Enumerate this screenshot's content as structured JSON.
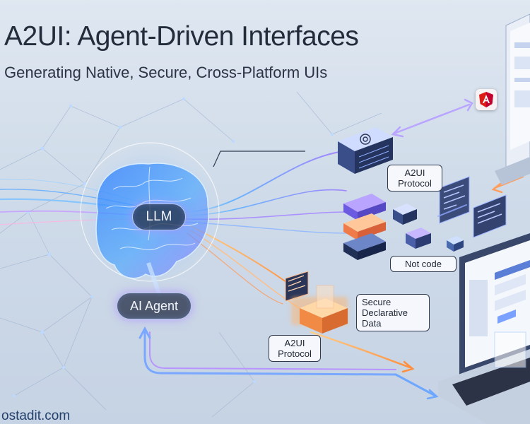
{
  "header": {
    "title": "A2UI: Agent-Driven Interfaces",
    "subtitle": "Generating Native, Secure, Cross-Platform UIs"
  },
  "nodes": {
    "llm_label": "LLM",
    "agent_label": "AI Agent"
  },
  "callouts": {
    "protocol_top_line1": "A2UI",
    "protocol_top_line2": "Protocol",
    "not_code": "Not code",
    "secure_line1": "Secure",
    "secure_line2": "Declarative",
    "secure_line3": "Data",
    "protocol_bottom_line1": "A2UI",
    "protocol_bottom_line2": "Protocol"
  },
  "watermark": "ostadit.com",
  "icons": [
    "brain-icon",
    "openai-logo-icon",
    "angular-logo-icon",
    "laptop-icon",
    "monitor-icon"
  ],
  "colors": {
    "background": "#d4dfec",
    "stream_blue": "#4aa3ff",
    "stream_purple": "#a77bff",
    "stream_orange": "#ffae5c",
    "title_text": "#232c3b",
    "angular_red": "#dd1b16"
  }
}
